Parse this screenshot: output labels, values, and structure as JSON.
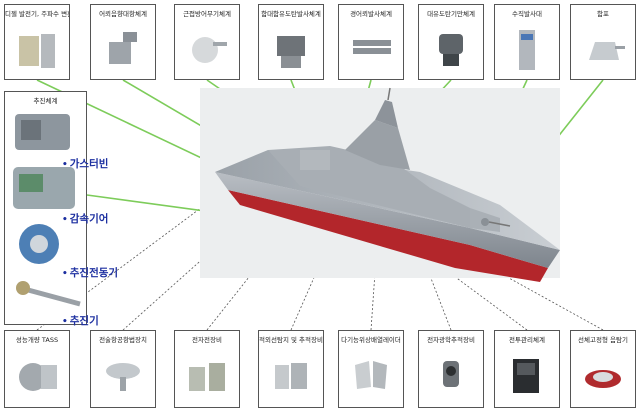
{
  "top_boxes": [
    {
      "label": "디젤 발전기, 주파수 변환기",
      "icon": "diesel-generator"
    },
    {
      "label": "어뢰음향대항체계",
      "icon": "torpedo-countermeasure"
    },
    {
      "label": "근접방어무기체계",
      "icon": "close-in-weapon"
    },
    {
      "label": "함대함유도탄발사체계",
      "icon": "ship-missile-launcher"
    },
    {
      "label": "경어뢰발사체계",
      "icon": "torpedo-launcher"
    },
    {
      "label": "대유도탄기만체계",
      "icon": "anti-missile-decoy"
    },
    {
      "label": "수직발사대",
      "icon": "vertical-launcher"
    },
    {
      "label": "함포",
      "icon": "naval-gun"
    }
  ],
  "propulsion": {
    "title": "추진체계",
    "items": [
      "가스터빈",
      "감속기어",
      "추진전동기",
      "추진기"
    ]
  },
  "bottom_boxes": [
    {
      "label": "성능개량 TASS",
      "icon": "tass-winch"
    },
    {
      "label": "전술항공항법장치",
      "icon": "tacan-dome"
    },
    {
      "label": "전자전장비",
      "icon": "ew-equipment"
    },
    {
      "label": "적외선탐지 및 추적장비",
      "icon": "ir-tracker"
    },
    {
      "label": "다기능위상배열레이더",
      "icon": "phased-array-radar"
    },
    {
      "label": "전자광학추적장비",
      "icon": "eo-tracker"
    },
    {
      "label": "전투관리체계",
      "icon": "combat-console"
    },
    {
      "label": "선체고정형 음탐기",
      "icon": "hull-sonar"
    }
  ]
}
